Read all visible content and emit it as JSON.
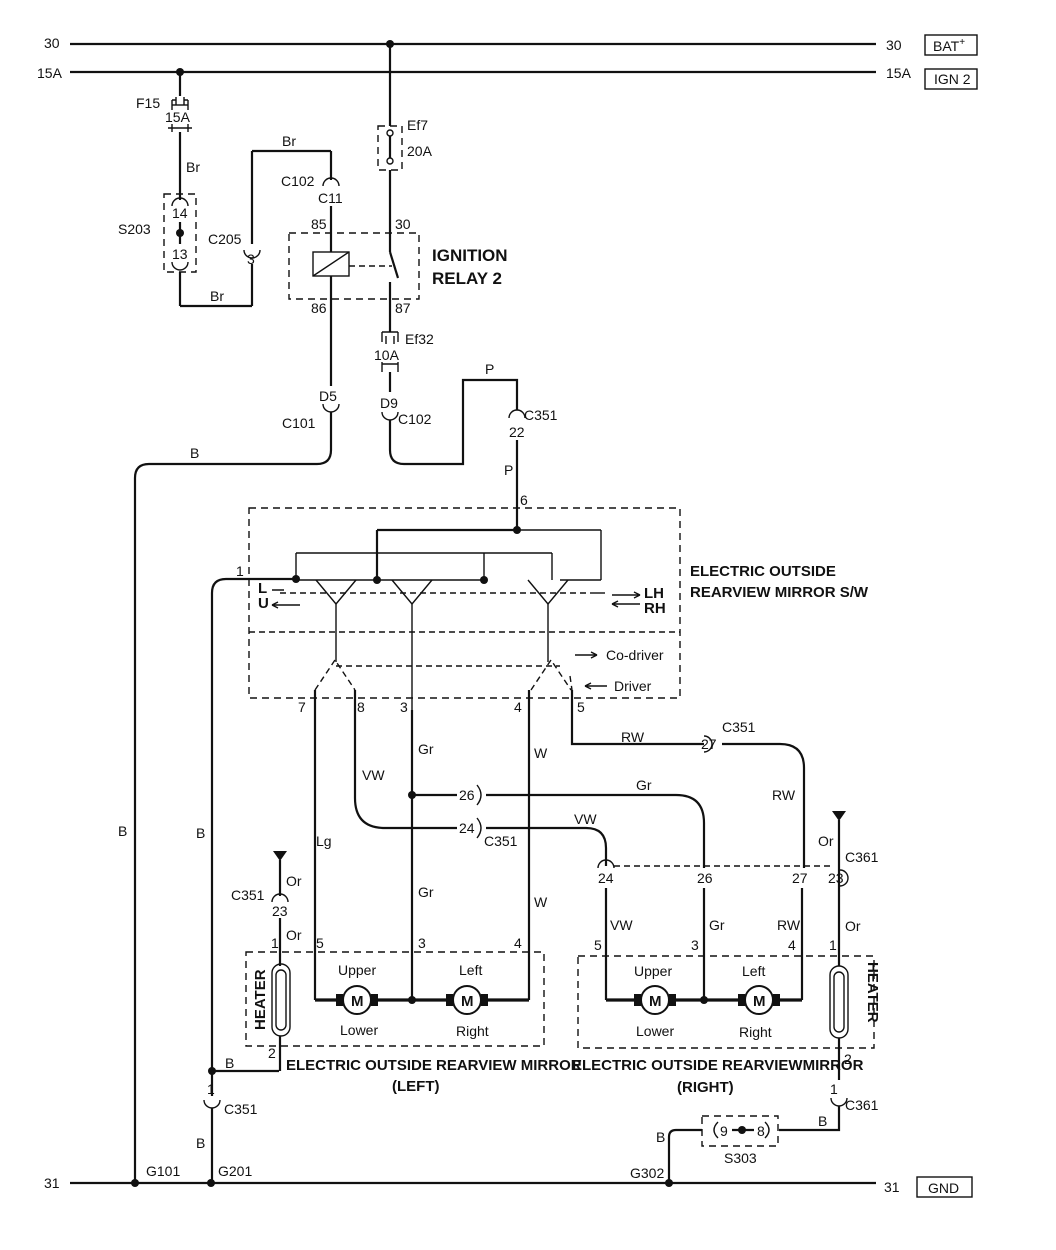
{
  "rails": {
    "bat": {
      "left": "30",
      "right": "30",
      "tag": "BAT",
      "tag_sup": "+"
    },
    "ign": {
      "left": "15A",
      "right": "15A",
      "tag": "IGN 2"
    },
    "gnd": {
      "left": "31",
      "right": "31",
      "tag": "GND"
    }
  },
  "fuses": {
    "f15": {
      "name": "F15",
      "rating": "15A"
    },
    "ef7": {
      "name": "Ef7",
      "rating": "20A"
    },
    "ef32": {
      "name": "Ef32",
      "rating": "10A"
    }
  },
  "relay": {
    "title_line1": "IGNITION",
    "title_line2": "RELAY 2",
    "pins": {
      "p85": "85",
      "p86": "86",
      "p30": "30",
      "p87": "87"
    }
  },
  "splice_s203": {
    "name": "S203",
    "pin_top": "14",
    "pin_bottom": "13"
  },
  "splice_s303": {
    "name": "S303",
    "pin_left": "9",
    "pin_right": "8"
  },
  "connectors": {
    "c102_top": {
      "name": "C102",
      "pin": "C11"
    },
    "c205": {
      "name": "C205",
      "pin": "3"
    },
    "c101": {
      "name": "C101",
      "pin": "D5"
    },
    "c102_bottom": {
      "name": "C102",
      "pin": "D9"
    },
    "c351_top": {
      "name": "C351",
      "pin": "22"
    },
    "c351_rw": {
      "name": "C351",
      "pin": "27"
    },
    "c351_mid": {
      "name": "C351",
      "pin_a": "26",
      "pin_b": "24"
    },
    "c351_left_heater": {
      "name": "C351",
      "pin": "23"
    },
    "c351_ground": {
      "name": "C351",
      "pin": "1"
    },
    "c361_top": {
      "name": "C361",
      "pin": "23"
    },
    "c361_bottom": {
      "name": "C361",
      "pin": "1"
    },
    "right_harness": {
      "p24": "24",
      "p26": "26",
      "p27": "27"
    }
  },
  "grounds": {
    "g101": "G101",
    "g201": "G201",
    "g302": "G302"
  },
  "wire_colors": {
    "br": "Br",
    "b": "B",
    "p": "P",
    "or": "Or",
    "lg": "Lg",
    "vw": "VW",
    "gr": "Gr",
    "w": "W",
    "rw": "RW"
  },
  "switch": {
    "title_line1": "ELECTRIC OUTSIDE",
    "title_line2": "REARVIEW MIRROR S/W",
    "pins": {
      "p1": "1",
      "p6": "6",
      "p7": "7",
      "p8": "8",
      "p3": "3",
      "p4": "4",
      "p5": "5"
    },
    "labels": {
      "l": "L",
      "u": "U",
      "lh": "LH",
      "rh": "RH",
      "co_driver": "Co-driver",
      "driver": "Driver"
    }
  },
  "left_mirror": {
    "title_line1": "ELECTRIC OUTSIDE REARVIEW MIRROR",
    "title_line2": "(LEFT)",
    "heater": "HEATER",
    "pins": {
      "p1": "1",
      "p2": "2",
      "p5": "5",
      "p3": "3",
      "p4": "4"
    },
    "motor_symbol": "M",
    "upper": "Upper",
    "lower": "Lower",
    "left": "Left",
    "right": "Right"
  },
  "right_mirror": {
    "title_line1": "ELECTRIC OUTSIDE REARVIEWMIRROR",
    "title_line2": "(RIGHT)",
    "heater": "HEATER",
    "pins": {
      "p5": "5",
      "p3": "3",
      "p4": "4",
      "p1": "1",
      "p2": "2"
    },
    "motor_symbol": "M",
    "upper": "Upper",
    "lower": "Lower",
    "left": "Left",
    "right": "Right"
  }
}
